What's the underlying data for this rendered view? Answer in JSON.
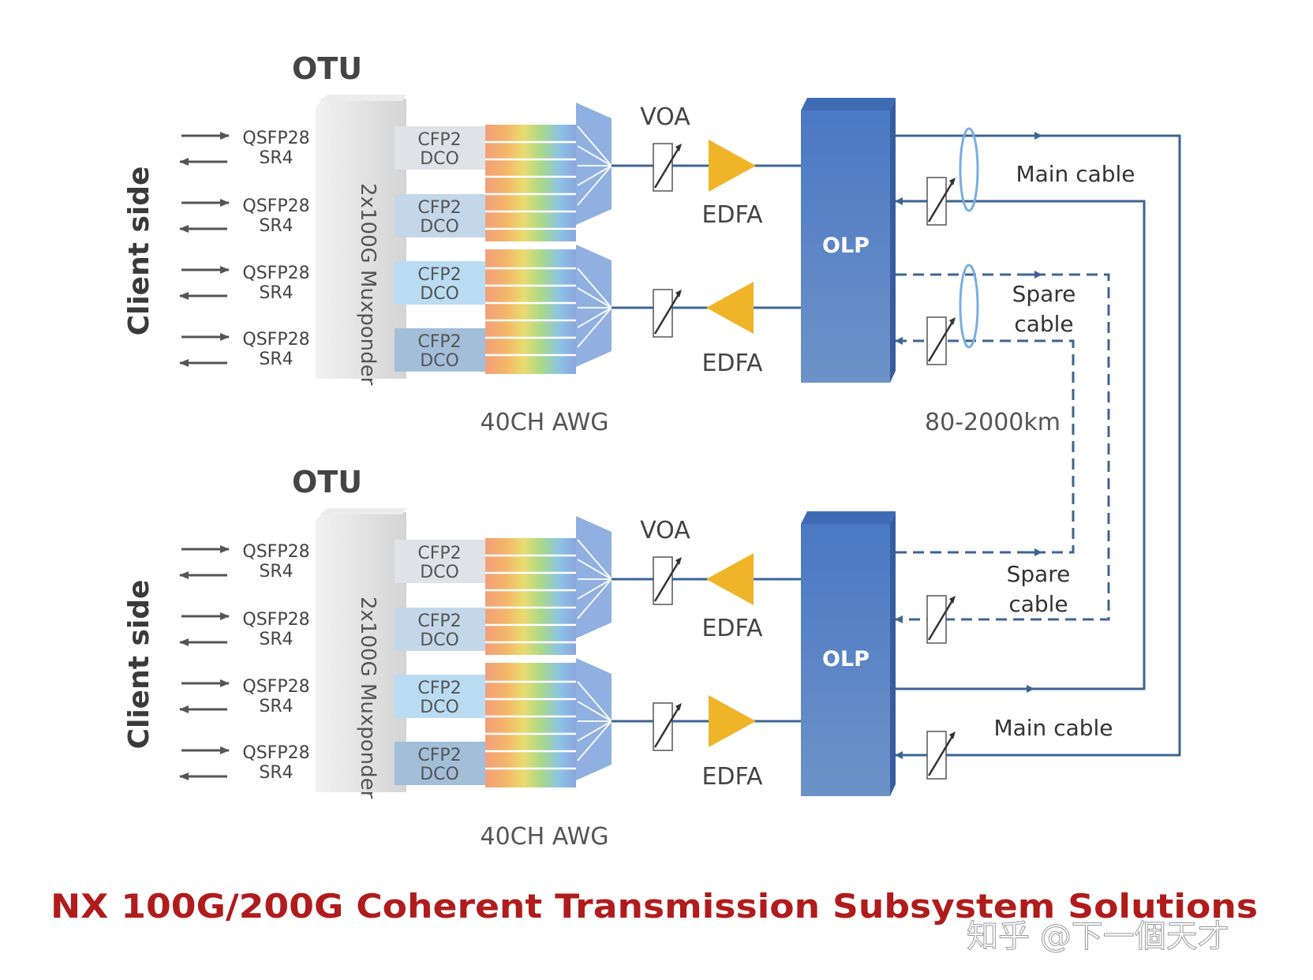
{
  "diagram": {
    "title": "NX 100G/200G Coherent Transmission Subsystem Solutions",
    "watermark": "知乎 @下一個天才",
    "distance": "80-2000km",
    "sites": [
      {
        "otu_label": "OTU",
        "client_side_label": "Client side",
        "muxponder_label": "2x100G Muxponder",
        "awg_label": "40CH AWG",
        "voa_label": "VOA",
        "olp_label": "OLP",
        "edfa_top_label": "EDFA",
        "edfa_bottom_label": "EDFA",
        "ports": [
          {
            "line1": "QSFP28",
            "line2": "SR4"
          },
          {
            "line1": "QSFP28",
            "line2": "SR4"
          },
          {
            "line1": "QSFP28",
            "line2": "SR4"
          },
          {
            "line1": "QSFP28",
            "line2": "SR4"
          }
        ],
        "modules": [
          {
            "line1": "CFP2",
            "line2": "DCO"
          },
          {
            "line1": "CFP2",
            "line2": "DCO"
          },
          {
            "line1": "CFP2",
            "line2": "DCO"
          },
          {
            "line1": "CFP2",
            "line2": "DCO"
          }
        ]
      },
      {
        "otu_label": "OTU",
        "client_side_label": "Client side",
        "muxponder_label": "2x100G Muxponder",
        "awg_label": "40CH AWG",
        "voa_label": "VOA",
        "olp_label": "OLP",
        "edfa_top_label": "EDFA",
        "edfa_bottom_label": "EDFA",
        "ports": [
          {
            "line1": "QSFP28",
            "line2": "SR4"
          },
          {
            "line1": "QSFP28",
            "line2": "SR4"
          },
          {
            "line1": "QSFP28",
            "line2": "SR4"
          },
          {
            "line1": "QSFP28",
            "line2": "SR4"
          }
        ],
        "modules": [
          {
            "line1": "CFP2",
            "line2": "DCO"
          },
          {
            "line1": "CFP2",
            "line2": "DCO"
          },
          {
            "line1": "CFP2",
            "line2": "DCO"
          },
          {
            "line1": "CFP2",
            "line2": "DCO"
          }
        ]
      }
    ],
    "cables": {
      "main_top": "Main cable",
      "spare_top_line1": "Spare",
      "spare_top_line2": "cable",
      "spare_bottom_line1": "Spare",
      "spare_bottom_line2": "cable",
      "main_bottom": "Main cable"
    },
    "colors": {
      "title": "#b01c1c",
      "line": "#3d6592",
      "olp": "#4f7fc5",
      "edfa": "#f0b429",
      "awg": "#8fb0e0",
      "muxponder": "#dcdcdc",
      "text": "#444444"
    }
  }
}
